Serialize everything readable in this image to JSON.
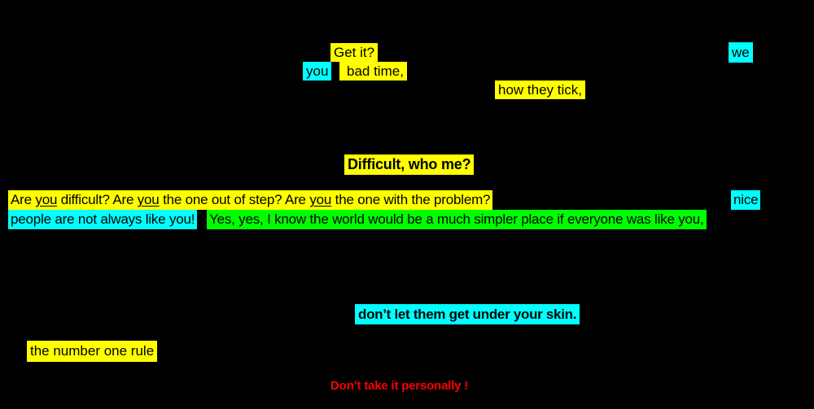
{
  "page": {
    "background_color": "#000000",
    "highlight_yellow": "#ffff00",
    "highlight_cyan": "#00ffff",
    "highlight_green": "#00ff00",
    "red_text_color": "#ff0000"
  },
  "fragments": {
    "get_it": "Get it?",
    "we": "we",
    "you": "you",
    "bad_time": "bad time,",
    "how_they_tick": "how they tick,",
    "heading": "Difficult, who me?",
    "question_line": {
      "seg_a": "Are ",
      "you1": "you",
      "seg_b": " difficult? Are ",
      "you2": "you",
      "seg_c": " the one out of step? Are ",
      "you3": "you",
      "seg_d": " the one with the problem?"
    },
    "nice": "nice",
    "people_line": "people are not always like you!",
    "yes_line": "Yes, yes, I know the world would be a much simpler place if everyone was like you,",
    "skin_line": "don’t let them get under your skin.",
    "rule_line": "the number one rule",
    "red_line": "Don’t take it personally !"
  }
}
